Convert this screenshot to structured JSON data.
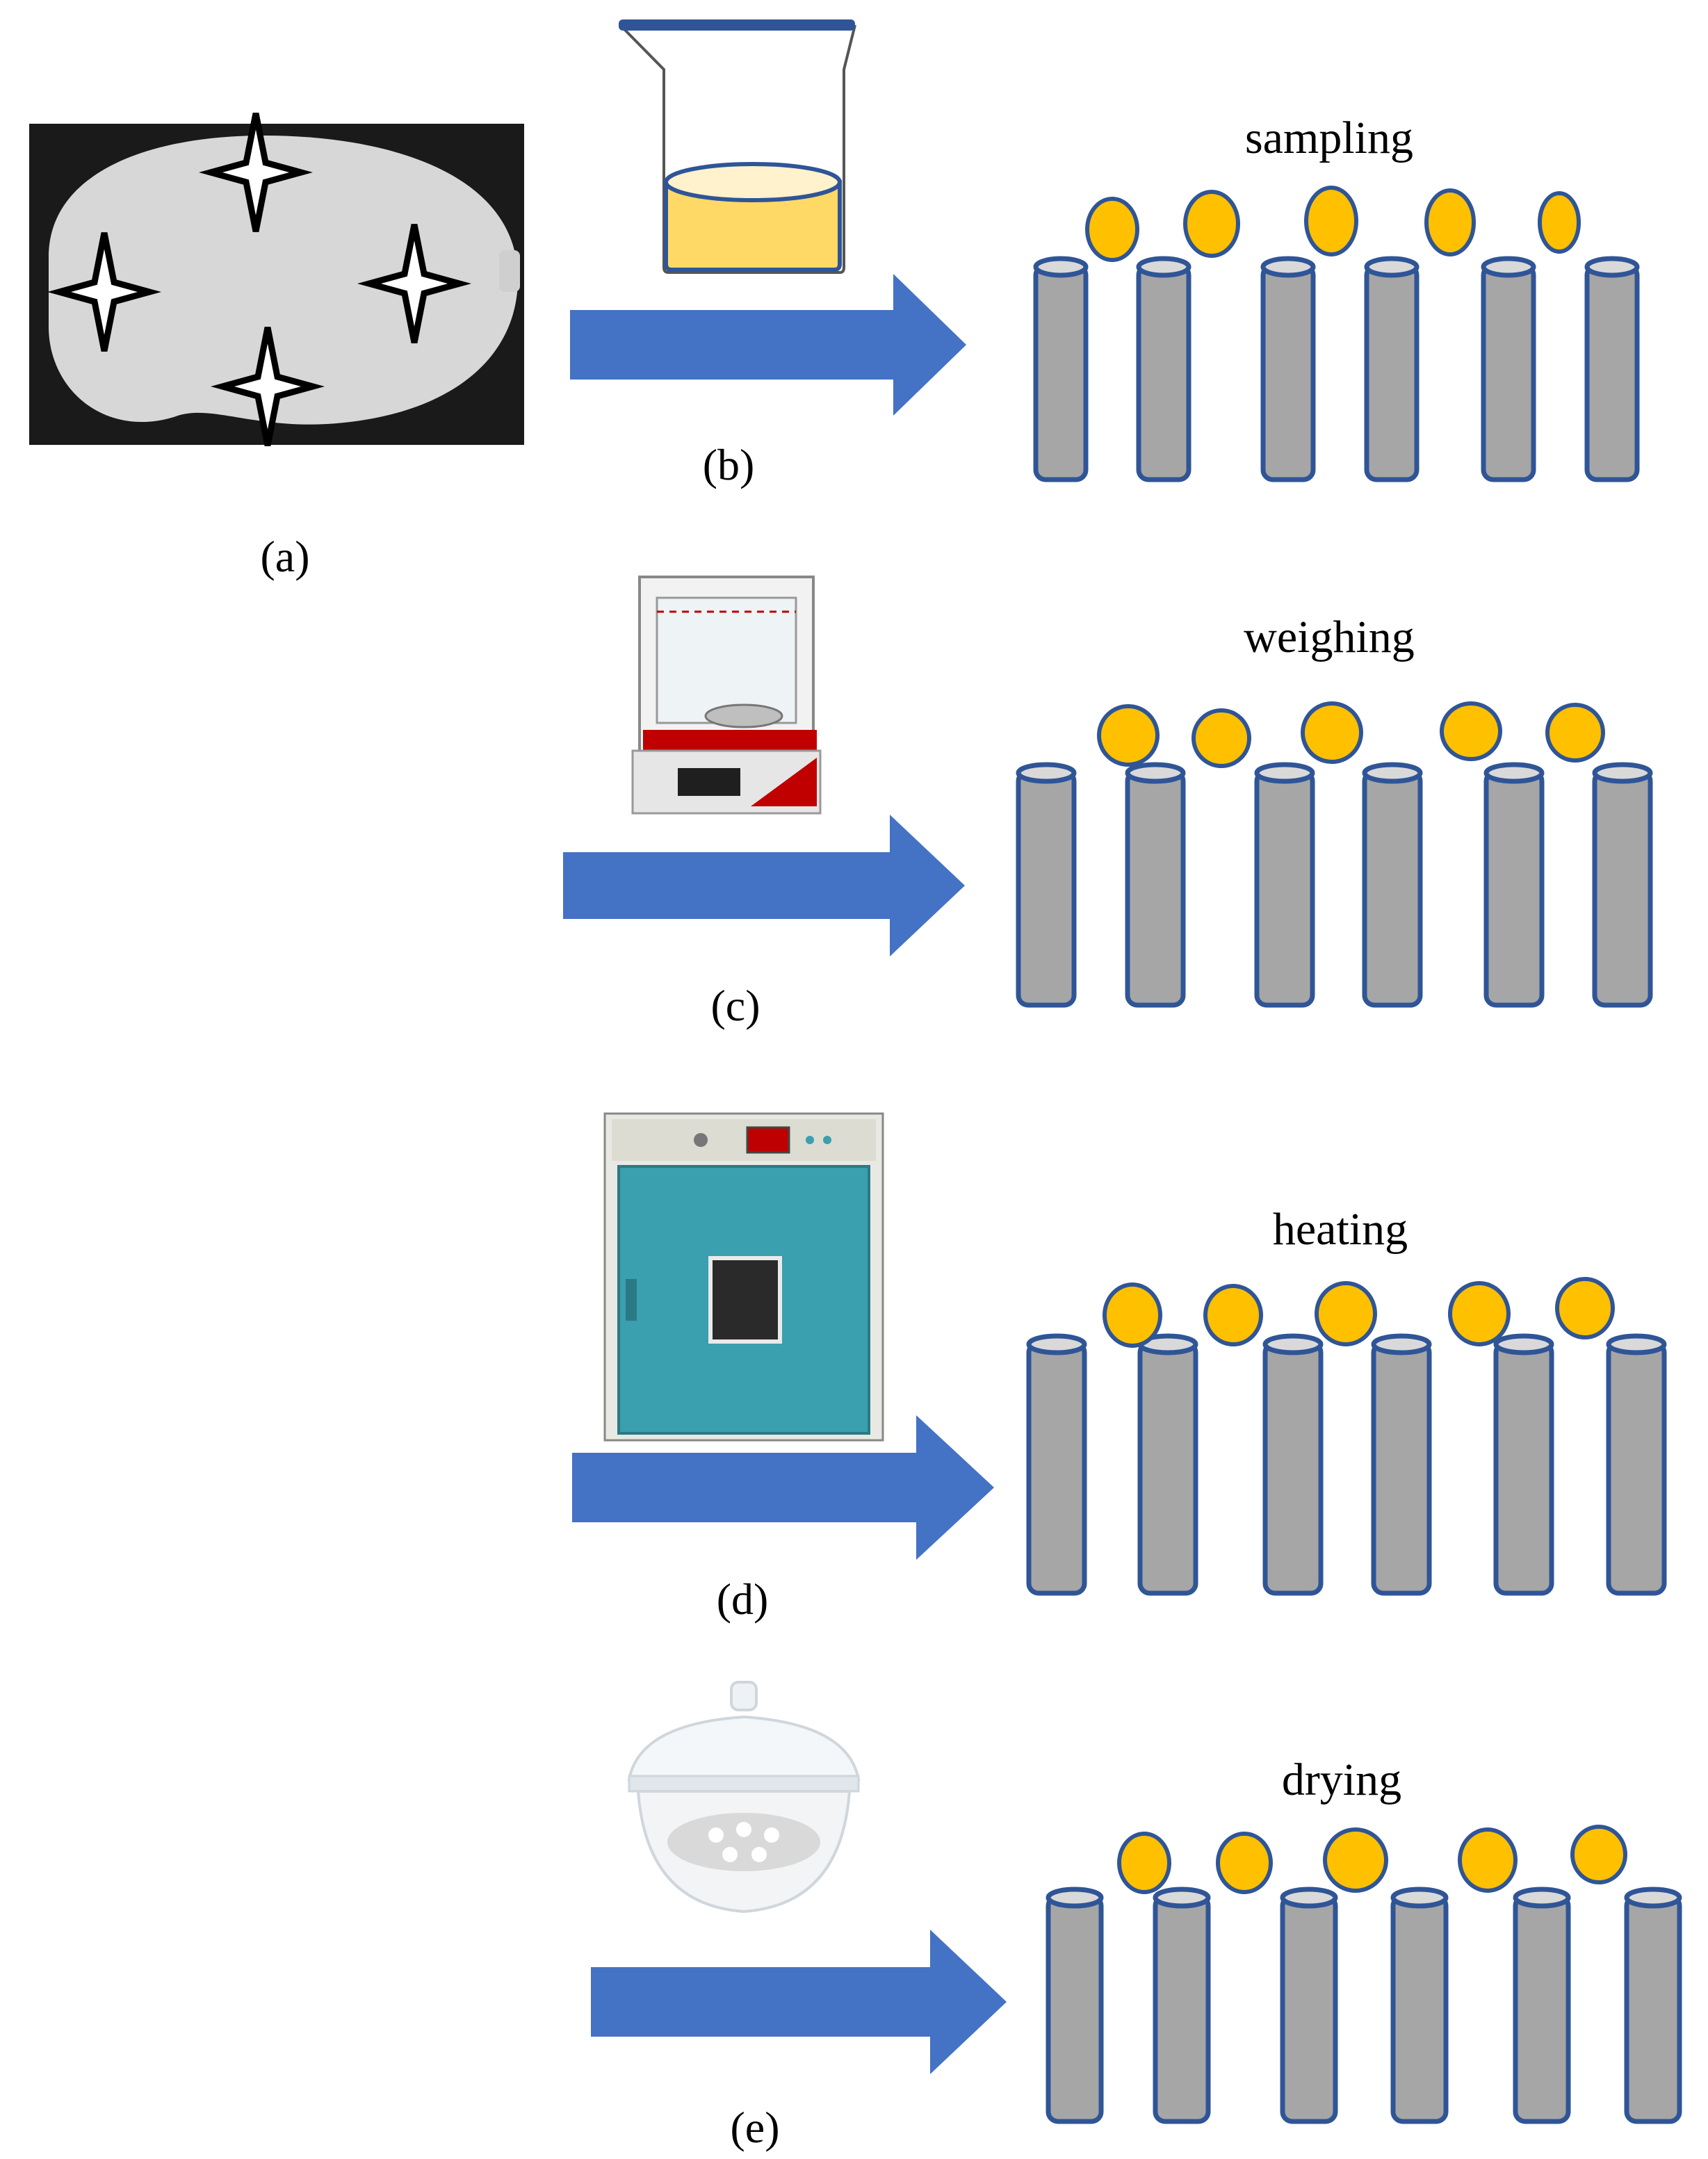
{
  "labels": {
    "a": "(a)",
    "b": "(b)",
    "c": "(c)",
    "d": "(d)",
    "e": "(e)"
  },
  "steps": [
    {
      "id": "b",
      "caption": "sampling"
    },
    {
      "id": "c",
      "caption": "weighing"
    },
    {
      "id": "d",
      "caption": "heating"
    },
    {
      "id": "e",
      "caption": "drying"
    }
  ],
  "colors": {
    "arrow": "#4472c4",
    "tube_fill": "#a6a6a6",
    "tube_stroke": "#2f5597",
    "sample_fill": "#ffc000",
    "sample_stroke": "#2f5597",
    "mango_bg": "#1a1a1a",
    "mango": "#d9d9d9",
    "oven": "#3a9fae"
  },
  "icons": {
    "a": "mango-photo-icon",
    "b": "beaker-icon",
    "c": "analytical-balance-icon",
    "d": "drying-oven-icon",
    "e": "desiccator-icon"
  }
}
